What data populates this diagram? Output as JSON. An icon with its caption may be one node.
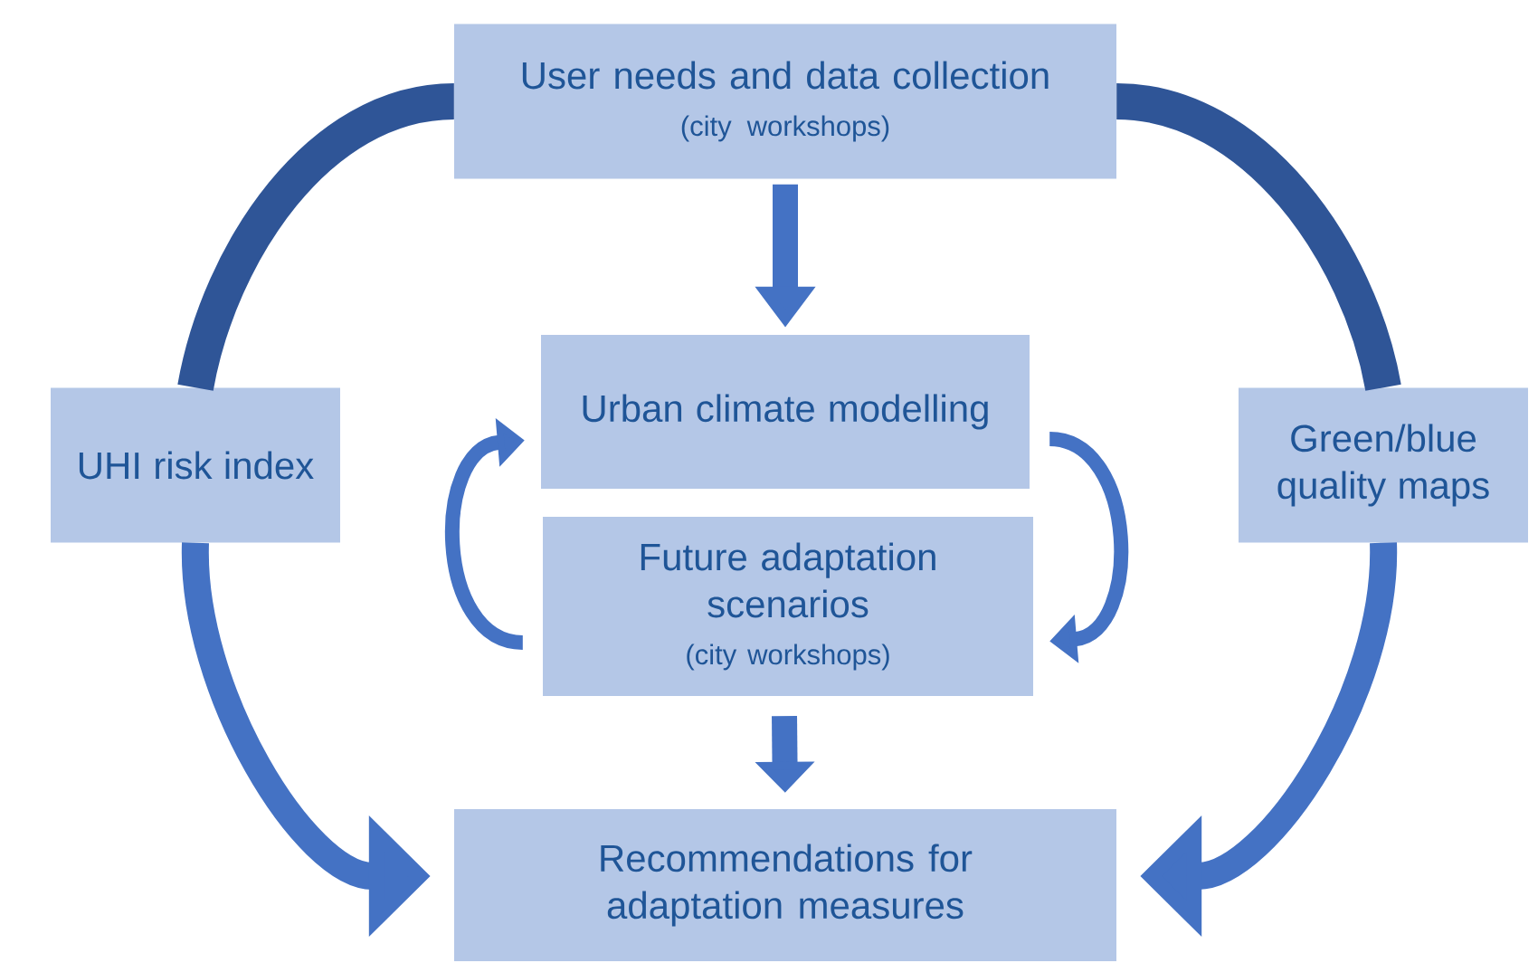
{
  "diagram": {
    "nodes": [
      {
        "text": [
          "User needs and data collection",
          "(city workshops)"
        ]
      },
      {
        "text": [
          "Urban climate modelling"
        ]
      },
      {
        "text": [
          "Future adaptation scenarios",
          "(city workshops)"
        ]
      },
      {
        "text": [
          "UHI risk index"
        ]
      },
      {
        "text": [
          "Green/blue quality maps"
        ]
      },
      {
        "text": [
          "Recommendations for adaptation measures"
        ]
      }
    ],
    "edges": [
      {
        "from": 0,
        "to": 3,
        "arrow": "none",
        "color": "#2f5597"
      },
      {
        "from": 0,
        "to": 4,
        "arrow": "none",
        "color": "#2f5597"
      },
      {
        "from": 0,
        "to": 1,
        "arrow": "to"
      },
      {
        "from": 1,
        "to": 2,
        "arrow": "to"
      },
      {
        "from": 2,
        "to": 1,
        "arrow": "to"
      },
      {
        "from": 2,
        "to": 5,
        "arrow": "to"
      },
      {
        "from": 3,
        "to": 5,
        "arrow": "to"
      },
      {
        "from": 4,
        "to": 5,
        "arrow": "to"
      }
    ]
  }
}
